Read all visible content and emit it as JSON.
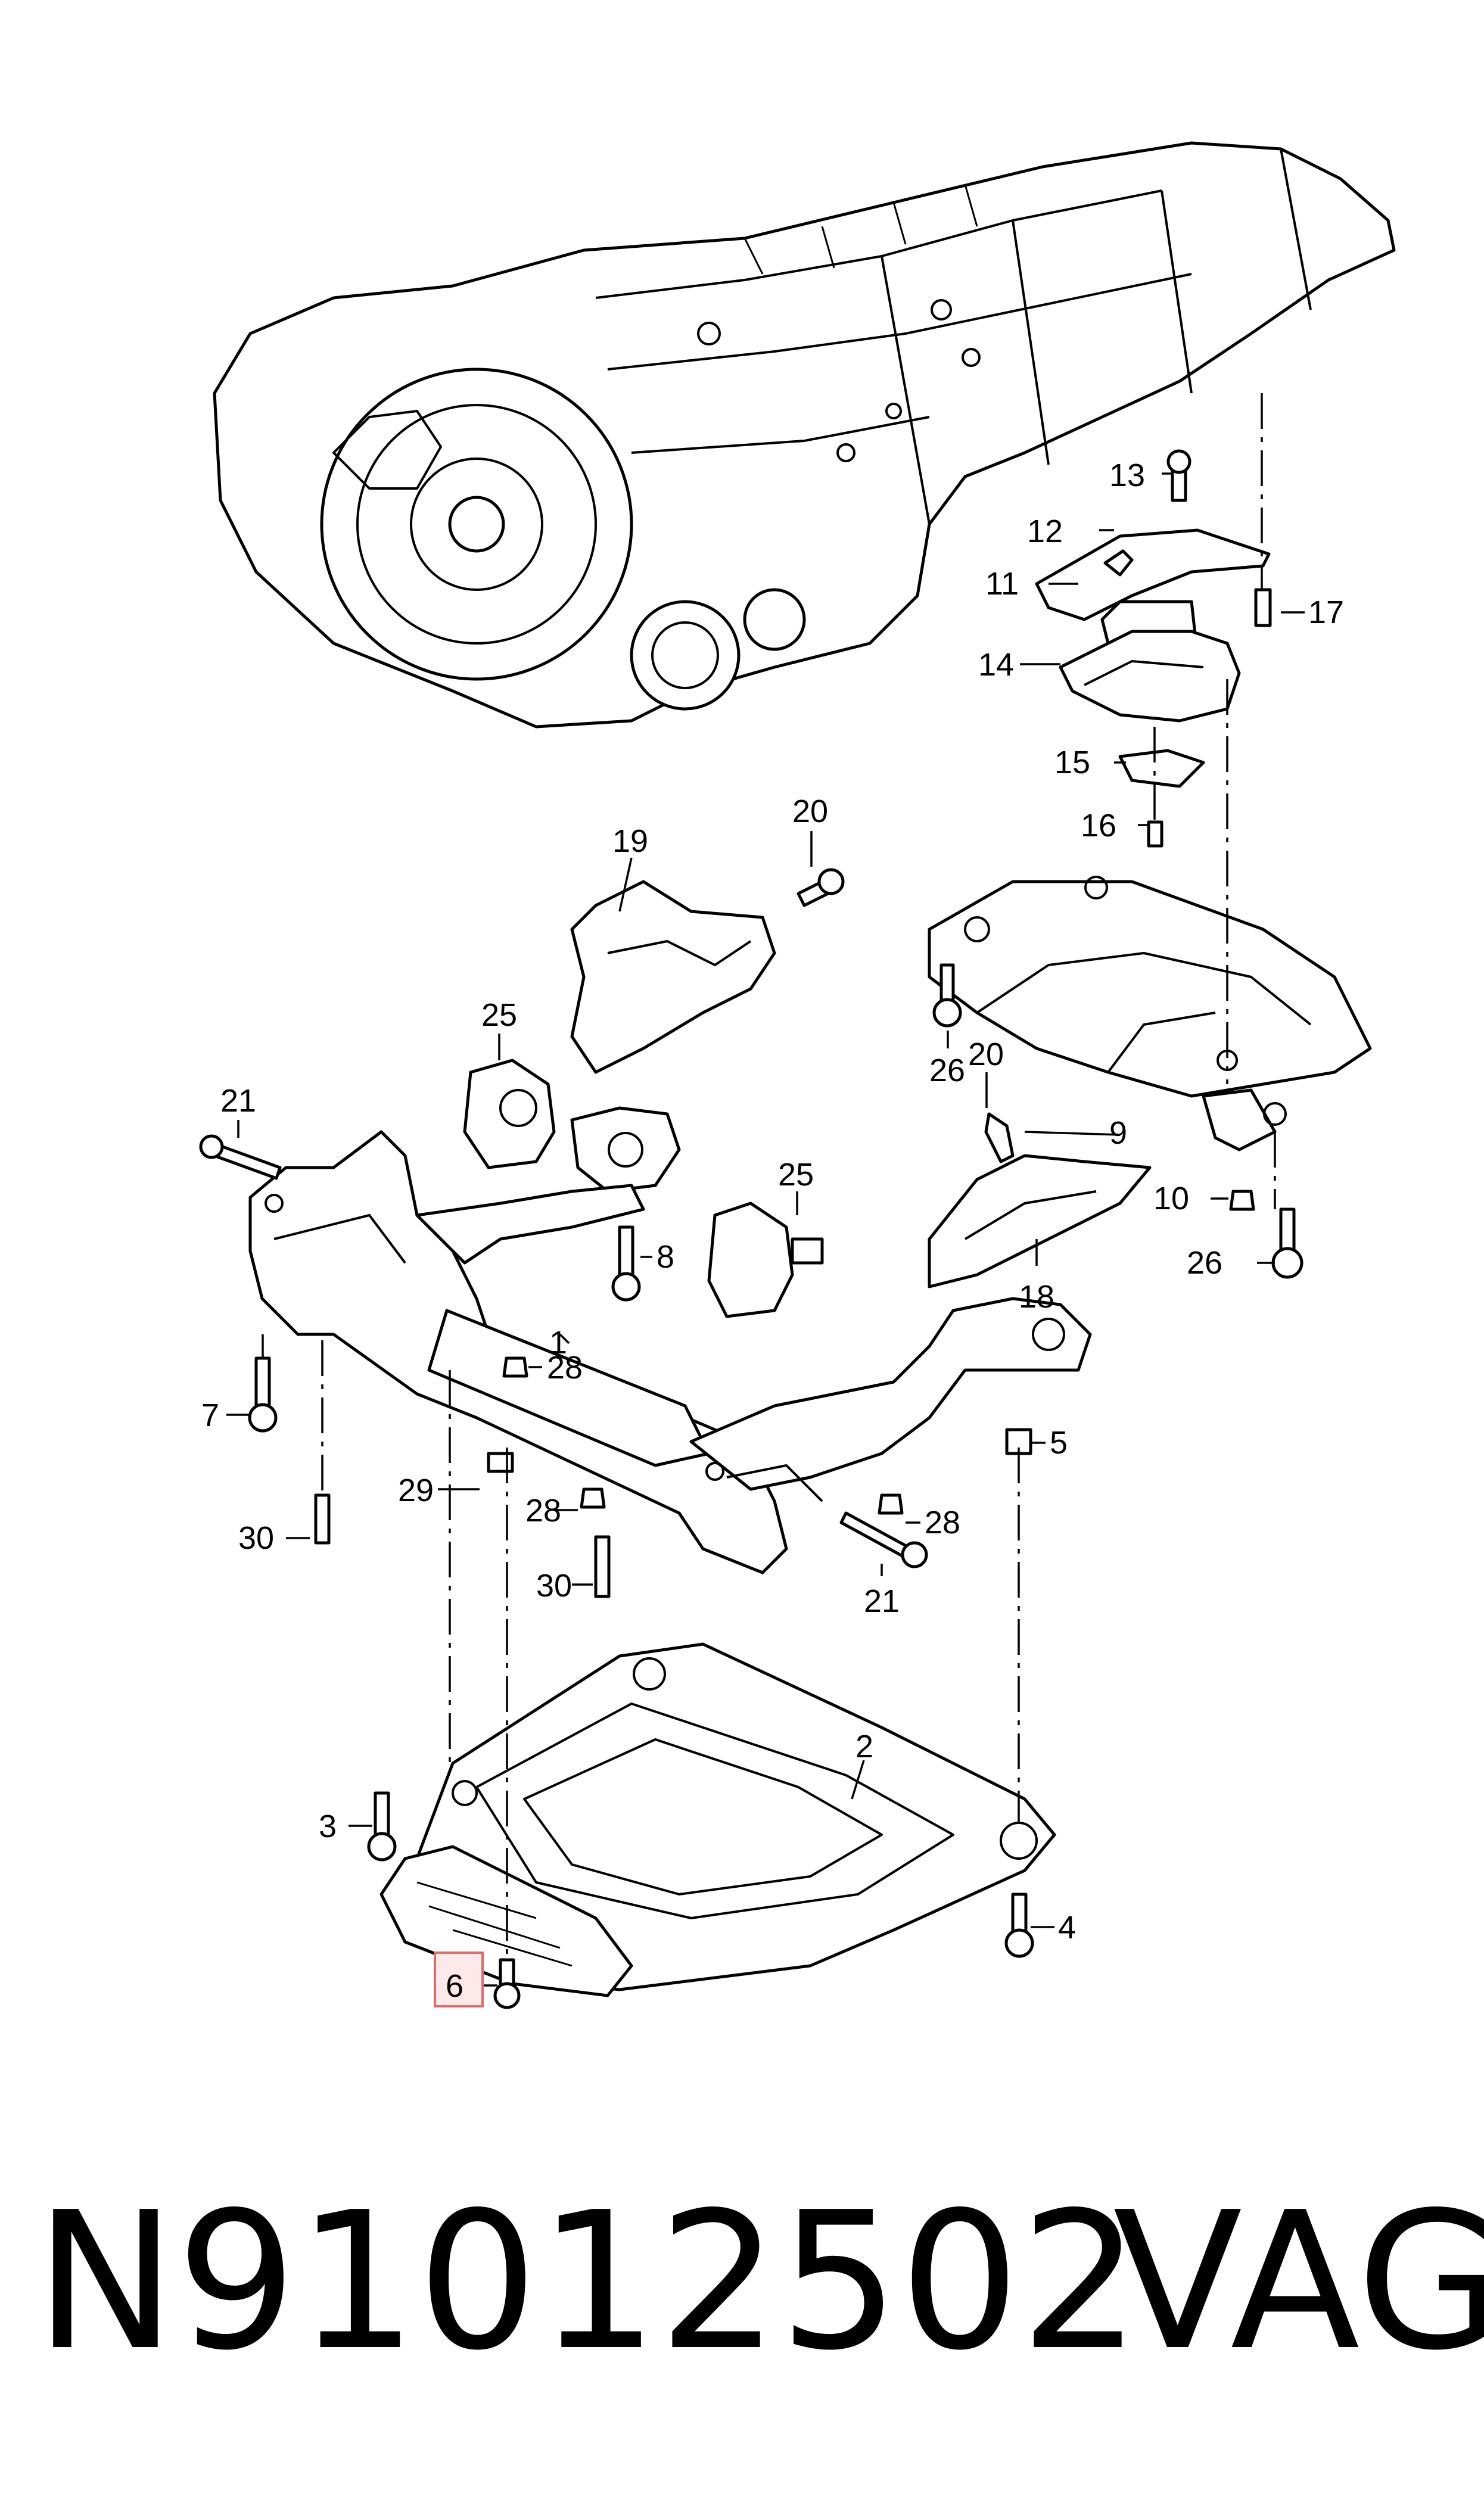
{
  "callouts": [
    {
      "id": "c1",
      "label": "1"
    },
    {
      "id": "c2",
      "label": "2"
    },
    {
      "id": "c3",
      "label": "3"
    },
    {
      "id": "c4",
      "label": "4"
    },
    {
      "id": "c5",
      "label": "5"
    },
    {
      "id": "c6",
      "label": "6",
      "highlighted": true
    },
    {
      "id": "c7",
      "label": "7"
    },
    {
      "id": "c8",
      "label": "8"
    },
    {
      "id": "c9",
      "label": "9"
    },
    {
      "id": "c10",
      "label": "10"
    },
    {
      "id": "c11",
      "label": "11"
    },
    {
      "id": "c12",
      "label": "12"
    },
    {
      "id": "c13",
      "label": "13"
    },
    {
      "id": "c14",
      "label": "14"
    },
    {
      "id": "c15",
      "label": "15"
    },
    {
      "id": "c16",
      "label": "16"
    },
    {
      "id": "c17",
      "label": "17"
    },
    {
      "id": "c18",
      "label": "18"
    },
    {
      "id": "c19",
      "label": "19"
    },
    {
      "id": "c20a",
      "label": "20"
    },
    {
      "id": "c20b",
      "label": "20"
    },
    {
      "id": "c21a",
      "label": "21"
    },
    {
      "id": "c21b",
      "label": "21"
    },
    {
      "id": "c25a",
      "label": "25"
    },
    {
      "id": "c25b",
      "label": "25"
    },
    {
      "id": "c26a",
      "label": "26"
    },
    {
      "id": "c26b",
      "label": "26"
    },
    {
      "id": "c28a",
      "label": "28"
    },
    {
      "id": "c28b",
      "label": "28"
    },
    {
      "id": "c28c",
      "label": "28"
    },
    {
      "id": "c29",
      "label": "29"
    },
    {
      "id": "c30a",
      "label": "30"
    },
    {
      "id": "c30b",
      "label": "30"
    }
  ],
  "highlight_color": "#e06b6b",
  "caption": {
    "part_number": "N91012502",
    "brand": "VAG"
  }
}
